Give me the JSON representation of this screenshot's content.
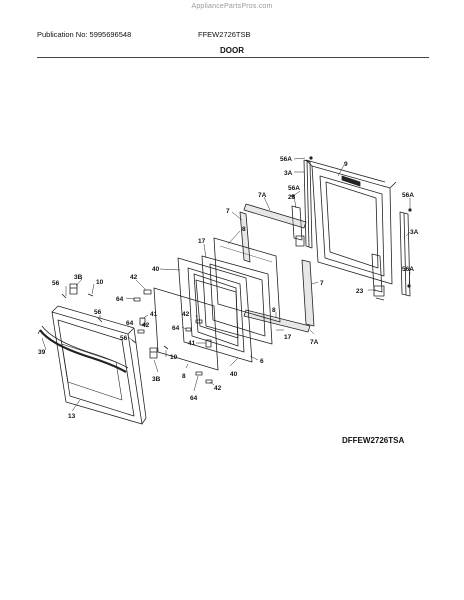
{
  "watermark": "AppliancePartsPros.com",
  "header": {
    "publication": "Publication No: 5995696548",
    "model": "FFEW2726TSB",
    "section": "DOOR"
  },
  "diagram_id": "DFFEW2726TSA",
  "callouts": {
    "c56a_top": "56A",
    "c9": "9",
    "c3a_top": "3A",
    "c56a_mid": "56A",
    "c23_top": "23",
    "c56a_right": "56A",
    "c7a_top": "7A",
    "c7_left": "7",
    "c3a_right": "3A",
    "c8_top": "8",
    "c17_top": "17",
    "c40_top": "40",
    "c56a_lower": "56A",
    "c7_right": "7",
    "c23_bot": "23",
    "c3b_top": "3B",
    "c42_top": "42",
    "c56_left": "56",
    "c10_top": "10",
    "c64_top": "64",
    "c56_mid": "56",
    "c41_top": "41",
    "c42_mid": "42",
    "c64_mid_left": "64",
    "c42_right": "42",
    "c64_right": "64",
    "c8_mid": "8",
    "c17_mid": "17",
    "c7a_bot": "7A",
    "c56_low": "56",
    "c41_low": "41",
    "c39": "39",
    "c10_low": "10",
    "c6": "6",
    "c3b_low": "3B",
    "c8_low": "8",
    "c40_low": "40",
    "c42_low": "42",
    "c64_low": "64",
    "c13": "13"
  }
}
